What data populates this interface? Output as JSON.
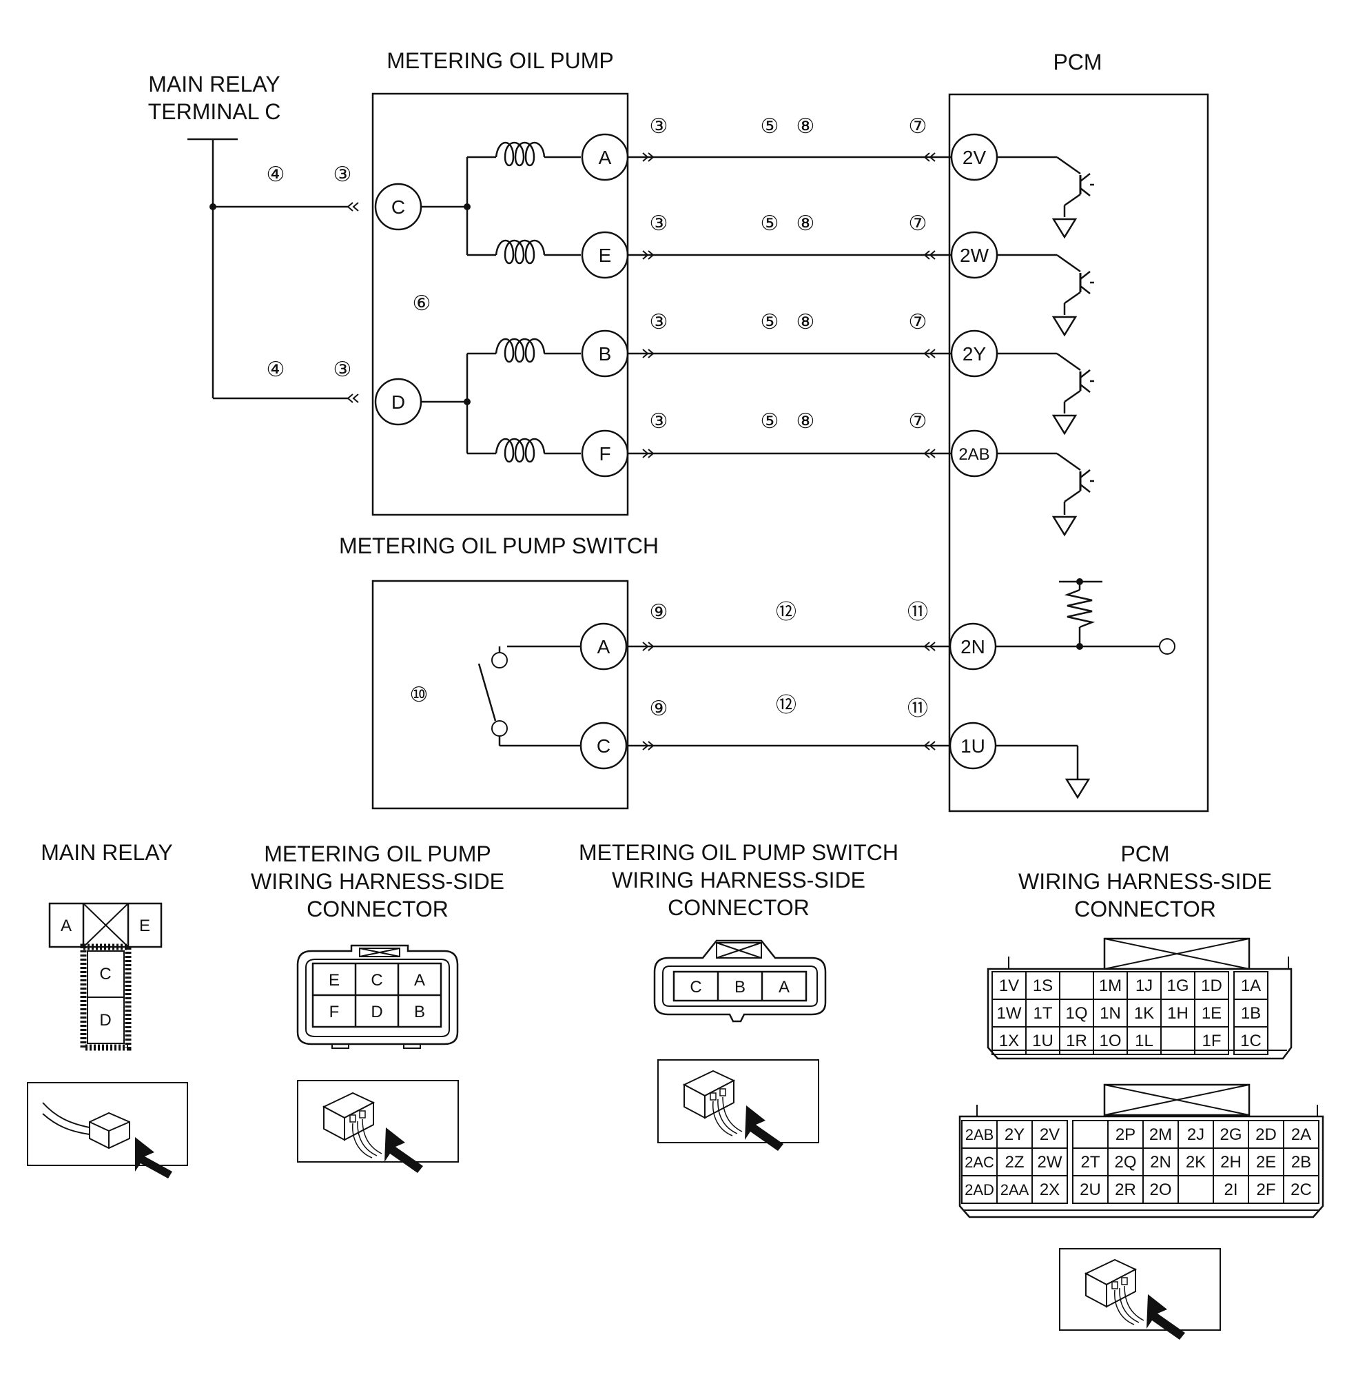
{
  "headings": {
    "main_relay_line1": "MAIN RELAY",
    "main_relay_line2": "TERMINAL C",
    "metering_oil_pump": "METERING OIL PUMP",
    "pcm": "PCM",
    "metering_oil_pump_switch": "METERING OIL PUMP SWITCH"
  },
  "pump_terminals": [
    "C",
    "A",
    "E",
    "D",
    "B",
    "F"
  ],
  "switch_terminals": [
    "A",
    "C"
  ],
  "pcm_terminals": [
    "2V",
    "2W",
    "2Y",
    "2AB",
    "2N",
    "1U"
  ],
  "step_markers": [
    "③",
    "④",
    "⑤",
    "⑥",
    "⑦",
    "⑧",
    "⑨",
    "⑩",
    "⑪",
    "⑫"
  ],
  "connectors": {
    "main_relay": {
      "title": "MAIN RELAY",
      "pins": [
        "A",
        "E",
        "C",
        "D"
      ]
    },
    "pump": {
      "title_line1": "METERING OIL PUMP",
      "title_line2": "WIRING HARNESS-SIDE",
      "title_line3": "CONNECTOR",
      "rows": [
        [
          "E",
          "C",
          "A"
        ],
        [
          "F",
          "D",
          "B"
        ]
      ]
    },
    "switch": {
      "title_line1": "METERING OIL PUMP SWITCH",
      "title_line2": "WIRING HARNESS-SIDE",
      "title_line3": "CONNECTOR",
      "pins": [
        "C",
        "B",
        "A"
      ]
    },
    "pcm": {
      "title_line1": "PCM",
      "title_line2": "WIRING HARNESS-SIDE",
      "title_line3": "CONNECTOR",
      "upper_rows": [
        [
          "1V",
          "1S",
          "",
          "1M",
          "1J",
          "1G",
          "1D",
          "1A"
        ],
        [
          "1W",
          "1T",
          "1Q",
          "1N",
          "1K",
          "1H",
          "1E",
          "1B"
        ],
        [
          "1X",
          "1U",
          "1R",
          "1O",
          "1L",
          "",
          "1F",
          "1C"
        ]
      ],
      "lower_rows": [
        [
          "2AB",
          "2Y",
          "2V",
          "",
          "2P",
          "2M",
          "2J",
          "2G",
          "2D",
          "2A"
        ],
        [
          "2AC",
          "2Z",
          "2W",
          "2T",
          "2Q",
          "2N",
          "2K",
          "2H",
          "2E",
          "2B"
        ],
        [
          "2AD",
          "2AA",
          "2X",
          "2U",
          "2R",
          "2O",
          "",
          "2I",
          "2F",
          "2C"
        ]
      ]
    }
  }
}
